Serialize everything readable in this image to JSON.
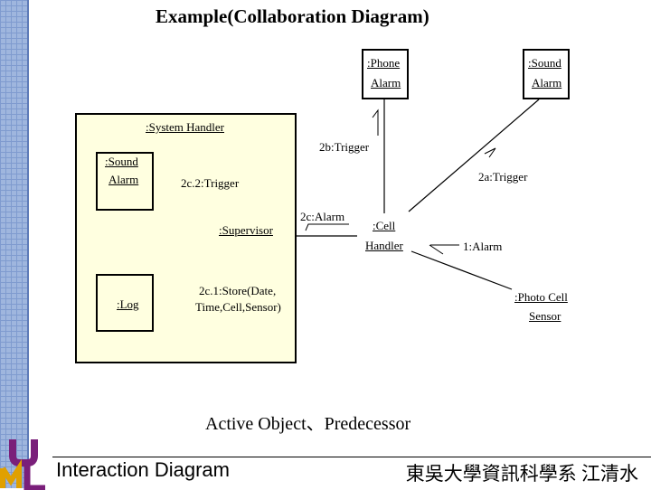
{
  "title": "Example(Collaboration Diagram)",
  "objects": {
    "phone_alarm": [
      ":Phone",
      "Alarm"
    ],
    "sound_alarm_top": [
      ":Sound",
      "Alarm"
    ],
    "system_handler": ":System Handler",
    "sound_alarm_inner": [
      ":Sound",
      "Alarm"
    ],
    "supervisor": ":Supervisor",
    "log": ":Log",
    "cell_handler": [
      ":Cell",
      "Handler"
    ],
    "photo_cell_sensor": [
      ":Photo Cell",
      "Sensor"
    ]
  },
  "messages": {
    "m_2b": "2b:Trigger",
    "m_2a": "2a:Trigger",
    "m_2c2": "2c.2:Trigger",
    "m_2c": "2c:Alarm",
    "m_1": "1:Alarm",
    "m_2c1": [
      "2c.1:Store(Date,",
      "Time,Cell,Sensor)"
    ]
  },
  "caption": "Active Object、Predecessor",
  "footer": {
    "left": "Interaction Diagram",
    "right": "東吳大學資訊科學系 江清水"
  },
  "logo": {
    "letters": "UML",
    "colors": [
      "#7a1f7a",
      "#e0a000"
    ]
  }
}
